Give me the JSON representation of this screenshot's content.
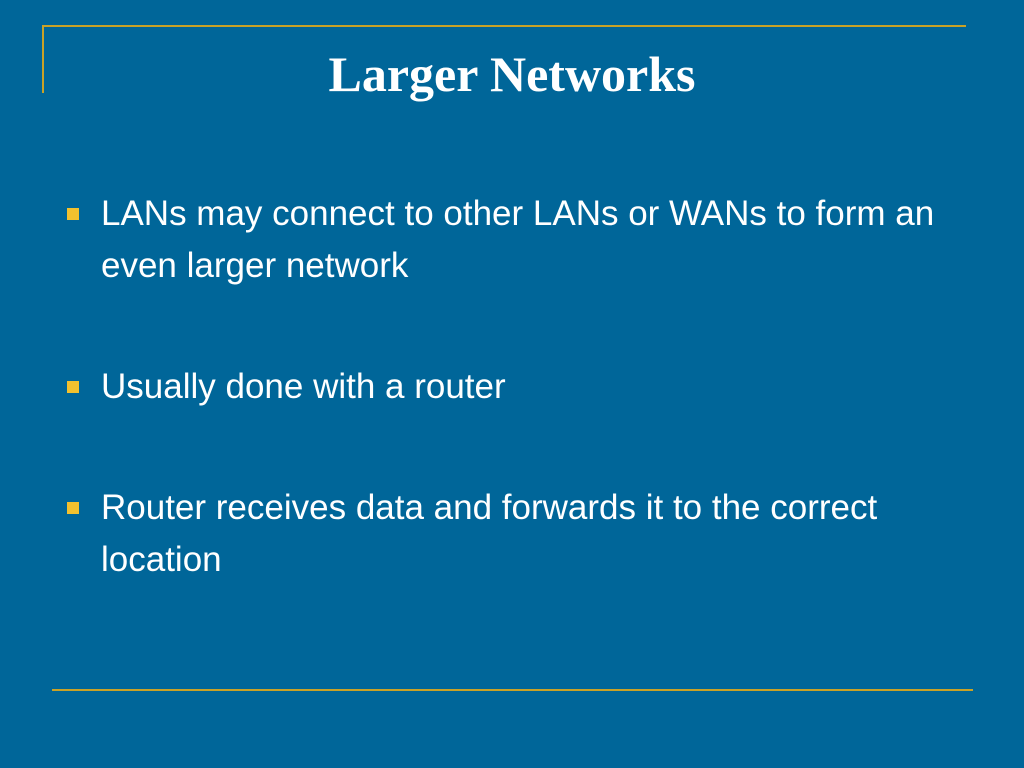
{
  "slide": {
    "title": "Larger Networks",
    "bullets": [
      {
        "text": "LANs may connect to other LANs or WANs to form an even larger network"
      },
      {
        "text": "Usually done with a router"
      },
      {
        "text": "Router receives data and forwards it to the correct location"
      }
    ]
  },
  "colors": {
    "background": "#006699",
    "accent_rule": "#c9a227",
    "bullet_marker": "#f2c12e",
    "text": "#ffffff"
  },
  "icons": {
    "bullet": "square-bullet-icon"
  }
}
